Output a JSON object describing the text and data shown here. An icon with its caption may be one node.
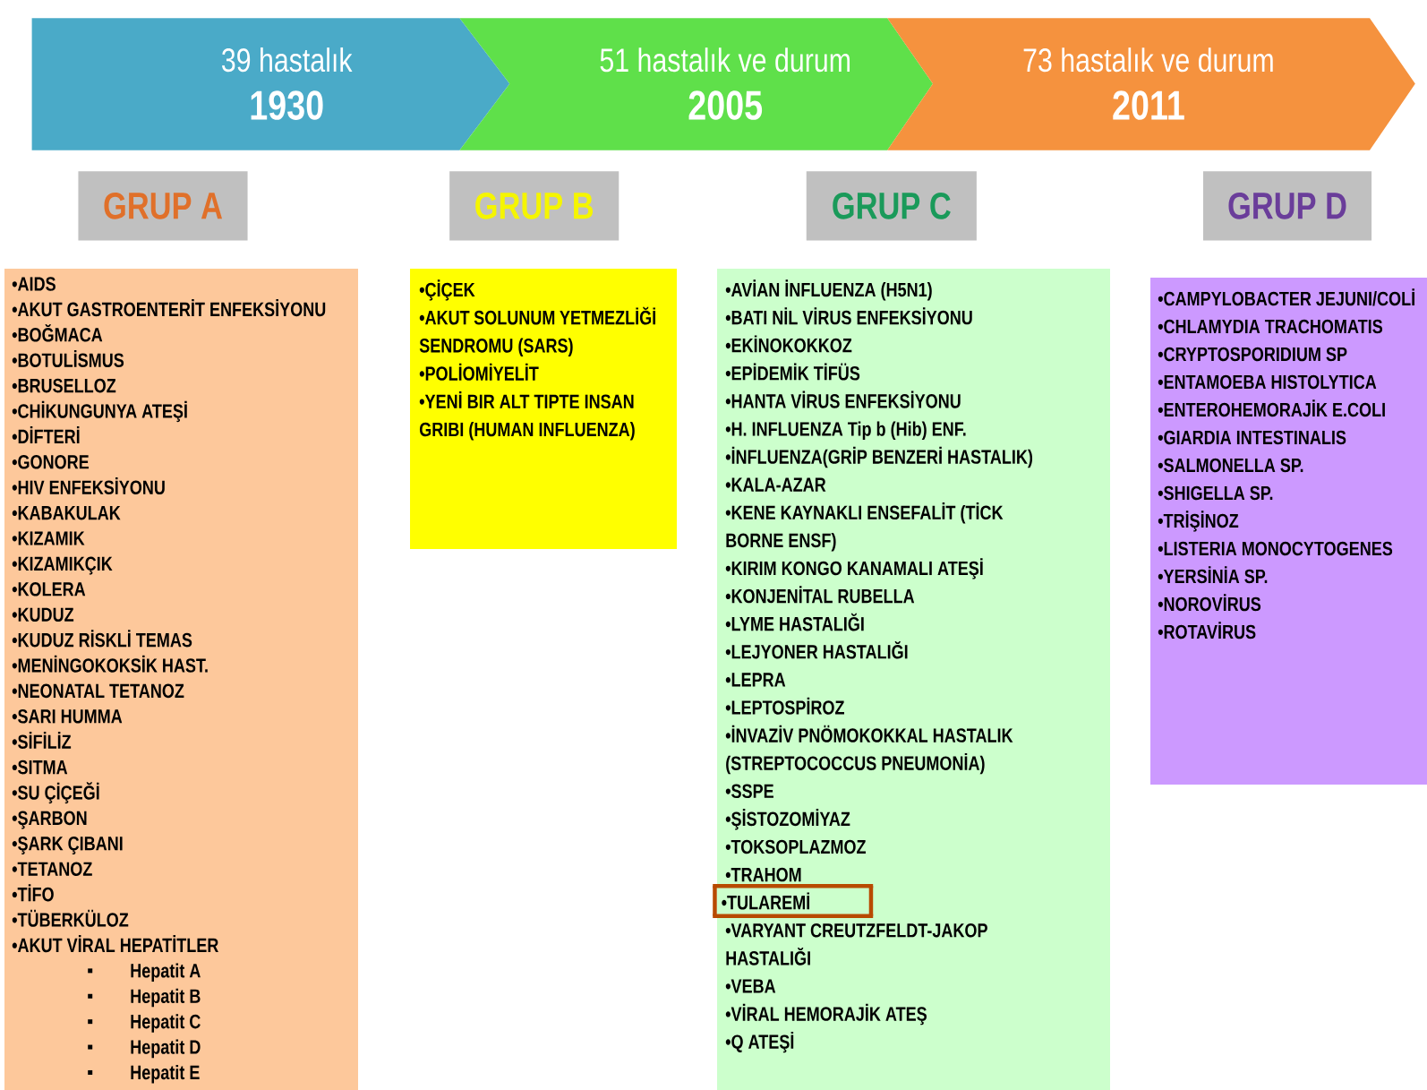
{
  "diagram": {
    "nodes": [
      {
        "text": [
          "39 hastalık",
          "1930"
        ]
      },
      {
        "text": [
          "51 hastalık ve durum",
          "2005"
        ]
      },
      {
        "text": [
          "73 hastalık ve durum",
          "2011"
        ]
      },
      {
        "text": [
          "GRUP A"
        ]
      },
      {
        "text": [
          "GRUP B"
        ]
      },
      {
        "text": [
          "GRUP C"
        ]
      },
      {
        "text": [
          "GRUP D"
        ]
      },
      {
        "text": [
          "•AIDS",
          "•AKUT GASTROENTERİT ENFEKSİYONU",
          "•BOĞMACA",
          "•BOTULİSMUS",
          "•BRUSELLOZ",
          "•CHİKUNGUNYA ATEŞİ",
          "•DİFTERİ",
          "•GONORE",
          "•HIV ENFEKSİYONU",
          "•KABAKULAK",
          "•KIZAMIK",
          "•KIZAMIKÇIK",
          "•KOLERA",
          "•KUDUZ",
          "•KUDUZ RİSKLİ TEMAS",
          "•MENİNGOKOKSİK HAST.",
          "•NEONATAL TETANOZ",
          "•SARI HUMMA",
          "•SİFİLİZ",
          "•SITMA",
          "•SU ÇİÇEĞİ",
          "•ŞARBON",
          "•ŞARK ÇIBANI",
          "•TETANOZ",
          "•TİFO",
          "•TÜBERKÜLOZ",
          "•AKUT VİRAL HEPATİTLER",
          "Hepatit A",
          "Hepatit B",
          "Hepatit C",
          "Hepatit D",
          "Hepatit E"
        ]
      },
      {
        "text": [
          "•ÇİÇEK",
          "•AKUT SOLUNUM YETMEZLİĞİ SENDROMU (SARS)",
          "•POLİOMİYELİT",
          "•YENİ BIR ALT TIPTE INSAN GRIBI (HUMAN INFLUENZA)"
        ]
      },
      {
        "text": [
          "•AVİAN İNFLUENZA (H5N1)",
          "•BATI NİL VİRUS ENFEKSİYONU",
          "•EKİNOKOKKOZ",
          "•EPİDEMİK TİFÜS",
          "•HANTA VİRUS ENFEKSİYONU",
          "•H. INFLUENZA Tip b (Hib) ENF.",
          "•İNFLUENZA(GRİP BENZERİ HASTALIK)",
          "•KALA-AZAR",
          "•KENE KAYNAKLI ENSEFALİT (TİCK BORNE ENSF)",
          "•KIRIM KONGO KANAMALI ATEŞİ",
          "•KONJENİTAL RUBELLA",
          "•LYME HASTALIĞI",
          "•LEJYONER HASTALIĞI",
          "•LEPRA",
          "•LEPTOSPİROZ",
          "•İNVAZİV PNÖMOKOKKAL HASTALIK (STREPTOCOCCUS PNEUMONİA)",
          "•SSPE",
          "•ŞİSTOZOMİYAZ",
          "•TOKSOPLAZMOZ",
          "•TRAHOM",
          "•TULAREMİ",
          "•VARYANT CREUTZFELDT-JAKOP HASTALIĞI",
          "•VEBA",
          "•VİRAL HEMORAJİK ATEŞ",
          "•Q ATEŞİ"
        ]
      },
      {
        "text": [
          "•CAMPYLOBACTER JEJUNI/COLİ",
          "•CHLAMYDIA TRACHOMATIS",
          "•CRYPTOSPORIDIUM SP",
          "•ENTAMOEBA HISTOLYTICA",
          "•ENTEROHEMORAJİK E.COLI",
          "•GIARDIA INTESTINALIS",
          "•SALMONELLA SP.",
          "•SHIGELLA SP.",
          "•TRİŞİNOZ",
          "•LISTERIA MONOCYTOGENES",
          "•YERSİNİA SP.",
          "•NOROVİRUS",
          "•ROTAVİRUS"
        ]
      }
    ]
  }
}
